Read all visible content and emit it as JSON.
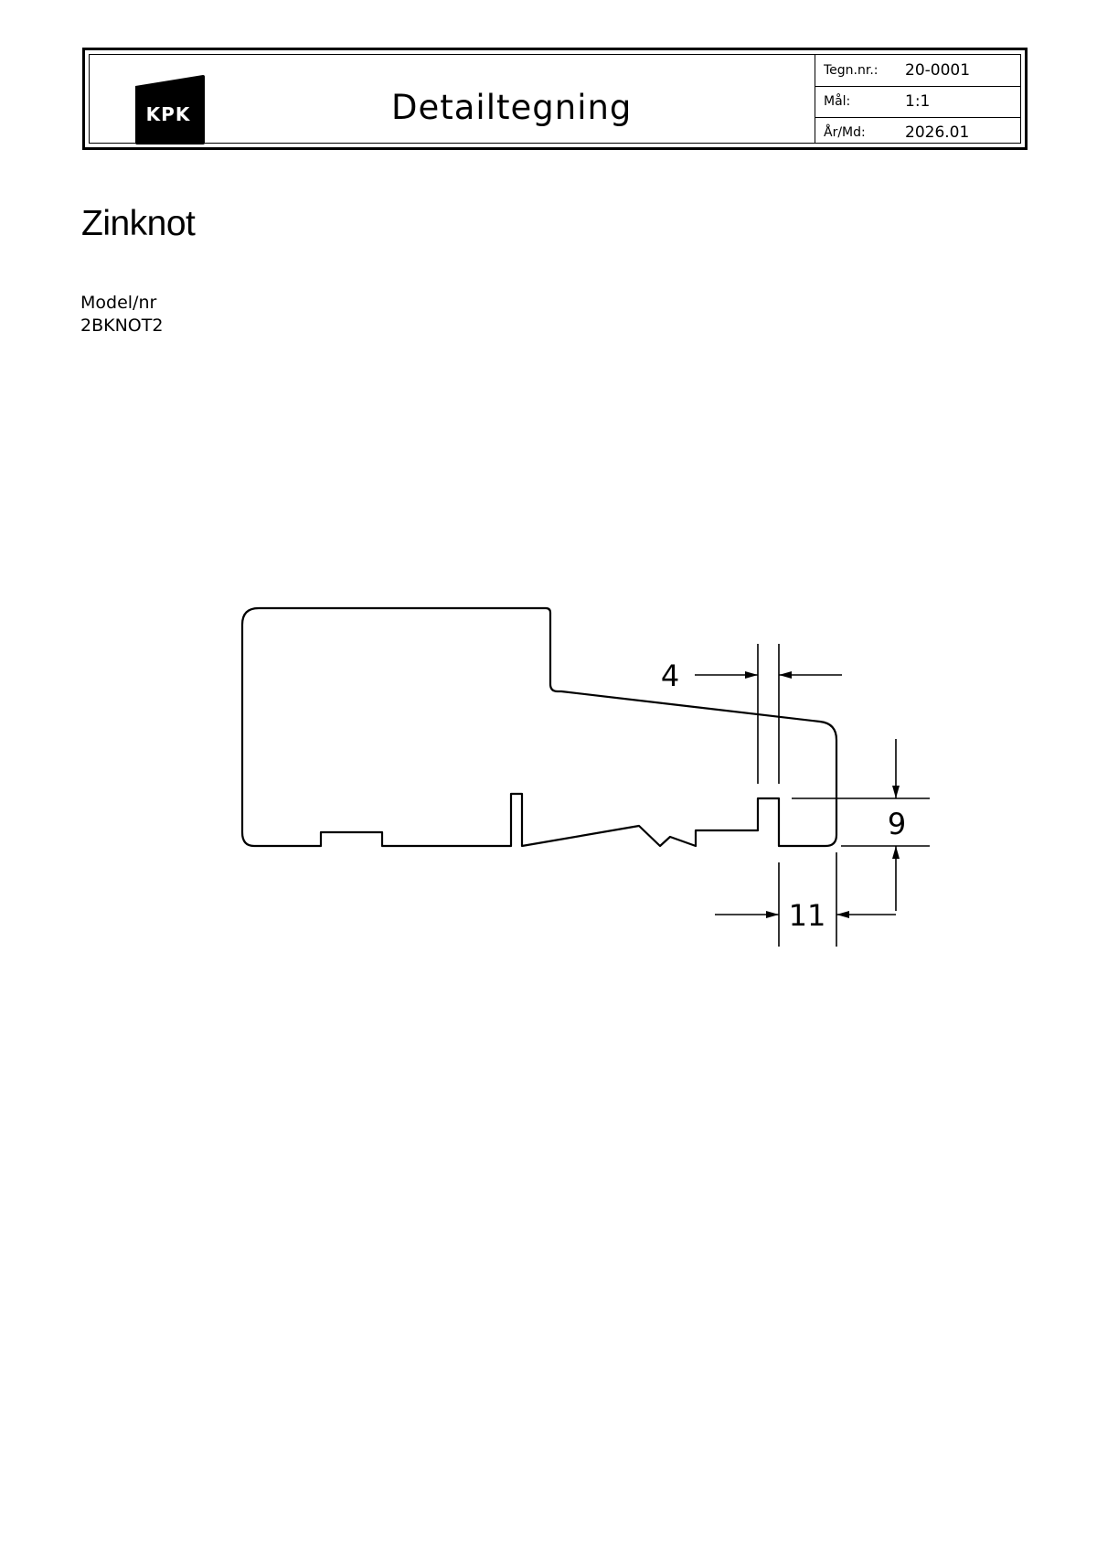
{
  "header": {
    "logo_text": "KPK",
    "heading": "Detailtegning",
    "info": [
      {
        "label": "Tegn.nr.:",
        "value": "20-0001"
      },
      {
        "label": "Mål:",
        "value": "1:1"
      },
      {
        "label": "År/Md:",
        "value": "2026.01"
      }
    ]
  },
  "product": {
    "title": "Zinknot",
    "model_label": "Model/nr",
    "model_number": "2BKNOT2"
  },
  "dimensions": {
    "top_width": "4",
    "groove_depth": "9",
    "groove_offset": "11"
  }
}
